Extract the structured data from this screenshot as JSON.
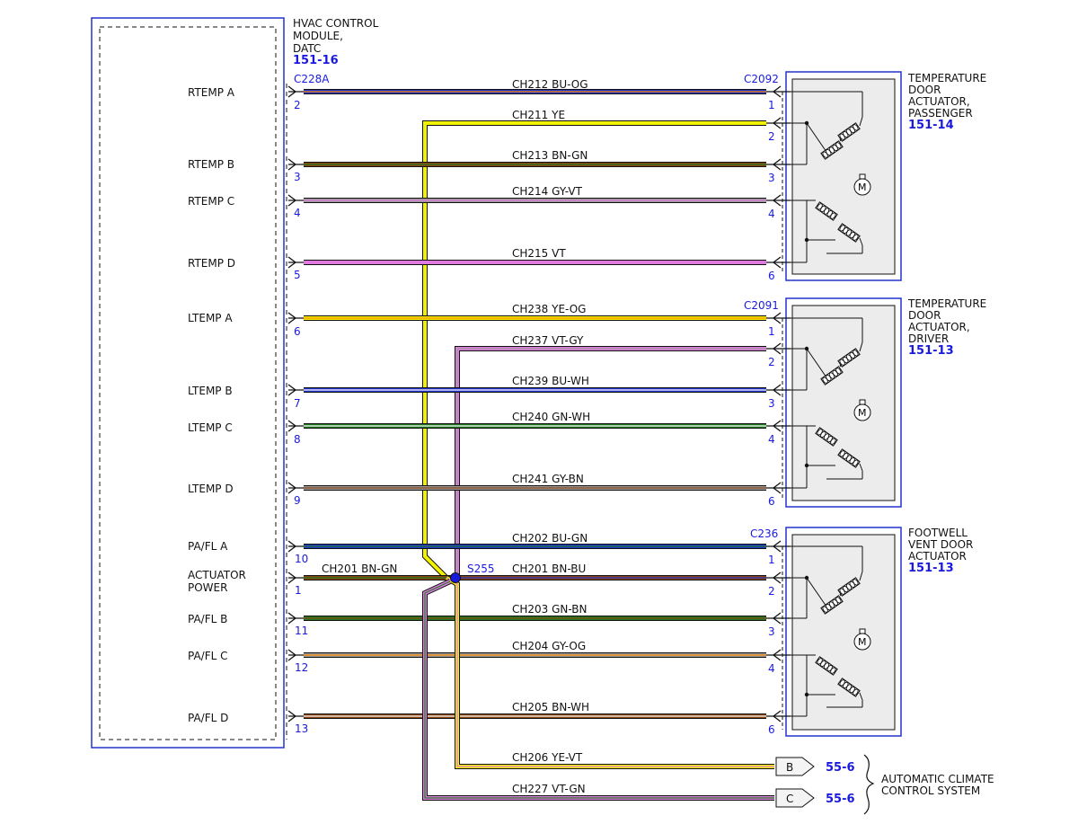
{
  "colors": {
    "BU": "#2233cc",
    "OG": "#ff8c00",
    "YE": "#f2f200",
    "BN": "#8b4513",
    "GN": "#1f7a1f",
    "GY": "#9a9a9a",
    "VT": "#e07ae0",
    "WH": "#ffffff",
    "ink": "#111111",
    "blue": "#1a1adf"
  },
  "module": {
    "title_lines": [
      "HVAC CONTROL",
      "MODULE,",
      "DATC"
    ],
    "ref": "151-16",
    "connector": "C228A"
  },
  "signals": [
    {
      "id": "rtemp-a",
      "label": [
        "RTEMP A"
      ]
    },
    {
      "id": "rtemp-b",
      "label": [
        "RTEMP B"
      ]
    },
    {
      "id": "rtemp-c",
      "label": [
        "RTEMP C"
      ]
    },
    {
      "id": "rtemp-d",
      "label": [
        "RTEMP D"
      ]
    },
    {
      "id": "ltemp-a",
      "label": [
        "LTEMP A"
      ]
    },
    {
      "id": "ltemp-b",
      "label": [
        "LTEMP B"
      ]
    },
    {
      "id": "ltemp-c",
      "label": [
        "LTEMP C"
      ]
    },
    {
      "id": "ltemp-d",
      "label": [
        "LTEMP D"
      ]
    },
    {
      "id": "pafl-a",
      "label": [
        "PA/FL A"
      ]
    },
    {
      "id": "actuator-power",
      "label": [
        "ACTUATOR",
        "POWER"
      ]
    },
    {
      "id": "pafl-b",
      "label": [
        "PA/FL B"
      ]
    },
    {
      "id": "pafl-c",
      "label": [
        "PA/FL C"
      ]
    },
    {
      "id": "pafl-d",
      "label": [
        "PA/FL D"
      ]
    }
  ],
  "circuits": [
    {
      "id": "ch212",
      "label": "CH212  BU-OG",
      "base": "BU",
      "stripe": "OG",
      "from_pin": "2",
      "to_pin": "1"
    },
    {
      "id": "ch211",
      "label": "CH211  YE",
      "base": "YE",
      "stripe": null,
      "to_pin": "2"
    },
    {
      "id": "ch213",
      "label": "CH213  BN-GN",
      "base": "BN",
      "stripe": "GN",
      "from_pin": "3",
      "to_pin": "3"
    },
    {
      "id": "ch214",
      "label": "CH214   GY-VT",
      "base": "GY",
      "stripe": "VT",
      "from_pin": "4",
      "to_pin": "4"
    },
    {
      "id": "ch215",
      "label": "CH215   VT",
      "base": "VT",
      "stripe": null,
      "from_pin": "5",
      "to_pin": "6"
    },
    {
      "id": "ch238",
      "label": "CH238  YE-OG",
      "base": "YE",
      "stripe": "OG",
      "from_pin": "6",
      "to_pin": "1"
    },
    {
      "id": "ch237",
      "label": "CH237  VT-GY",
      "base": "VT",
      "stripe": "GY",
      "to_pin": "2"
    },
    {
      "id": "ch239",
      "label": "CH239  BU-WH",
      "base": "BU",
      "stripe": "WH",
      "from_pin": "7",
      "to_pin": "3"
    },
    {
      "id": "ch240",
      "label": "CH240  GN-WH",
      "base": "GN",
      "stripe": "WH",
      "from_pin": "8",
      "to_pin": "4"
    },
    {
      "id": "ch241",
      "label": "CH241  GY-BN",
      "base": "GY",
      "stripe": "BN",
      "from_pin": "9",
      "to_pin": "6"
    },
    {
      "id": "ch202",
      "label": "CH202  BU-GN",
      "base": "BU",
      "stripe": "GN",
      "from_pin": "10",
      "to_pin": "1"
    },
    {
      "id": "ch201a",
      "label": "CH201  BN-GN",
      "base": "BN",
      "stripe": "GN",
      "from_pin": "1"
    },
    {
      "id": "ch201b",
      "label": "CH201  BN-BU",
      "base": "BN",
      "stripe": "BU",
      "to_pin": "2"
    },
    {
      "id": "ch203",
      "label": "CH203  GN-BN",
      "base": "GN",
      "stripe": "BN",
      "from_pin": "11",
      "to_pin": "3"
    },
    {
      "id": "ch204",
      "label": "CH204  GY-OG",
      "base": "GY",
      "stripe": "OG",
      "from_pin": "12",
      "to_pin": "4"
    },
    {
      "id": "ch205",
      "label": "CH205  BN-WH",
      "base": "BN",
      "stripe": "WH",
      "from_pin": "13",
      "to_pin": "6"
    },
    {
      "id": "ch206",
      "label": "CH206  YE-VT",
      "base": "YE",
      "stripe": "VT"
    },
    {
      "id": "ch227",
      "label": "CH227  VT-GN",
      "base": "VT",
      "stripe": "GN"
    }
  ],
  "splice": "S255",
  "actuators": [
    {
      "id": "passenger",
      "connector": "C2092",
      "title_lines": [
        "TEMPERATURE",
        "DOOR",
        "ACTUATOR,",
        "PASSENGER"
      ],
      "ref": "151-14",
      "pins": [
        "1",
        "2",
        "3",
        "4",
        "6"
      ]
    },
    {
      "id": "driver",
      "connector": "C2091",
      "title_lines": [
        "TEMPERATURE",
        "DOOR",
        "ACTUATOR,",
        "DRIVER"
      ],
      "ref": "151-13",
      "pins": [
        "1",
        "2",
        "3",
        "4",
        "6"
      ]
    },
    {
      "id": "footwell",
      "connector": "C236",
      "title_lines": [
        "FOOTWELL",
        "VENT DOOR",
        "ACTUATOR"
      ],
      "ref": "151-13",
      "pins": [
        "1",
        "2",
        "3",
        "4",
        "6"
      ]
    }
  ],
  "motor_symbol": "M",
  "offpage": [
    {
      "id": "b",
      "letter": "B",
      "ref": "55-6"
    },
    {
      "id": "c",
      "letter": "C",
      "ref": "55-6"
    }
  ],
  "system": {
    "lines": [
      "AUTOMATIC CLIMATE",
      "CONTROL SYSTEM"
    ]
  }
}
